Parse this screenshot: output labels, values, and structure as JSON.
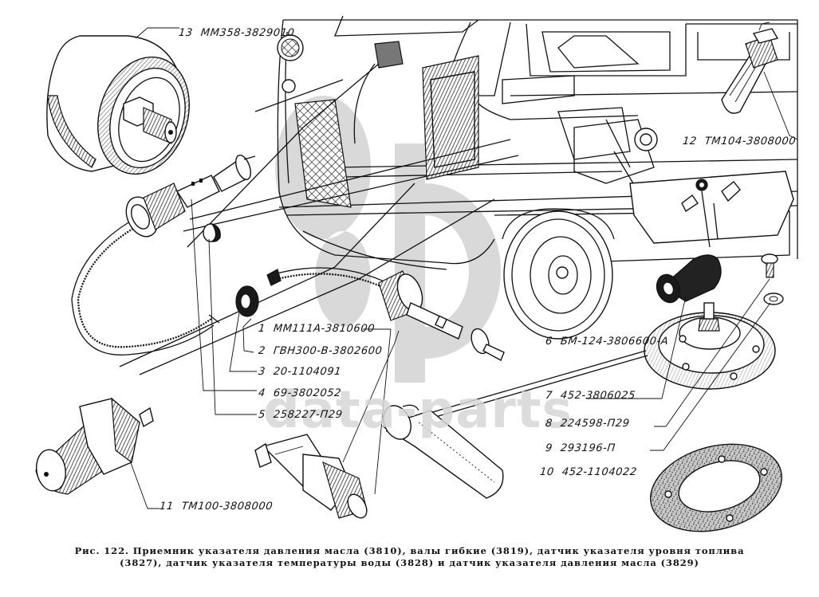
{
  "figure": {
    "caption_line1": "Рис. 122. Приемник указателя давления масла (3810), валы гибкие (3819), датчик указателя уровня топлива",
    "caption_line2": "(3827), датчик указателя температуры воды (3828) и датчик указателя давления масла (3829)",
    "watermark": "data-parts"
  },
  "callouts": [
    {
      "num": "1",
      "part": "ММ111А-3810600"
    },
    {
      "num": "2",
      "part": "ГВН300-В-3802600"
    },
    {
      "num": "3",
      "part": "20-1104091"
    },
    {
      "num": "4",
      "part": "69-3802052"
    },
    {
      "num": "5",
      "part": "258227-П29"
    },
    {
      "num": "6",
      "part": "БМ-124-3806600-А"
    },
    {
      "num": "7",
      "part": "452-3806025"
    },
    {
      "num": "8",
      "part": "224598-П29"
    },
    {
      "num": "9",
      "part": "293196-П"
    },
    {
      "num": "10",
      "part": "452-1104022"
    },
    {
      "num": "11",
      "part": "ТМ100-3808000"
    },
    {
      "num": "12",
      "part": "ТМ104-3808000"
    },
    {
      "num": "13",
      "part": "ММ358-3829010"
    }
  ],
  "colors": {
    "ink": "#111111",
    "paper": "#ffffff",
    "watermark": "#d6d6d6"
  }
}
